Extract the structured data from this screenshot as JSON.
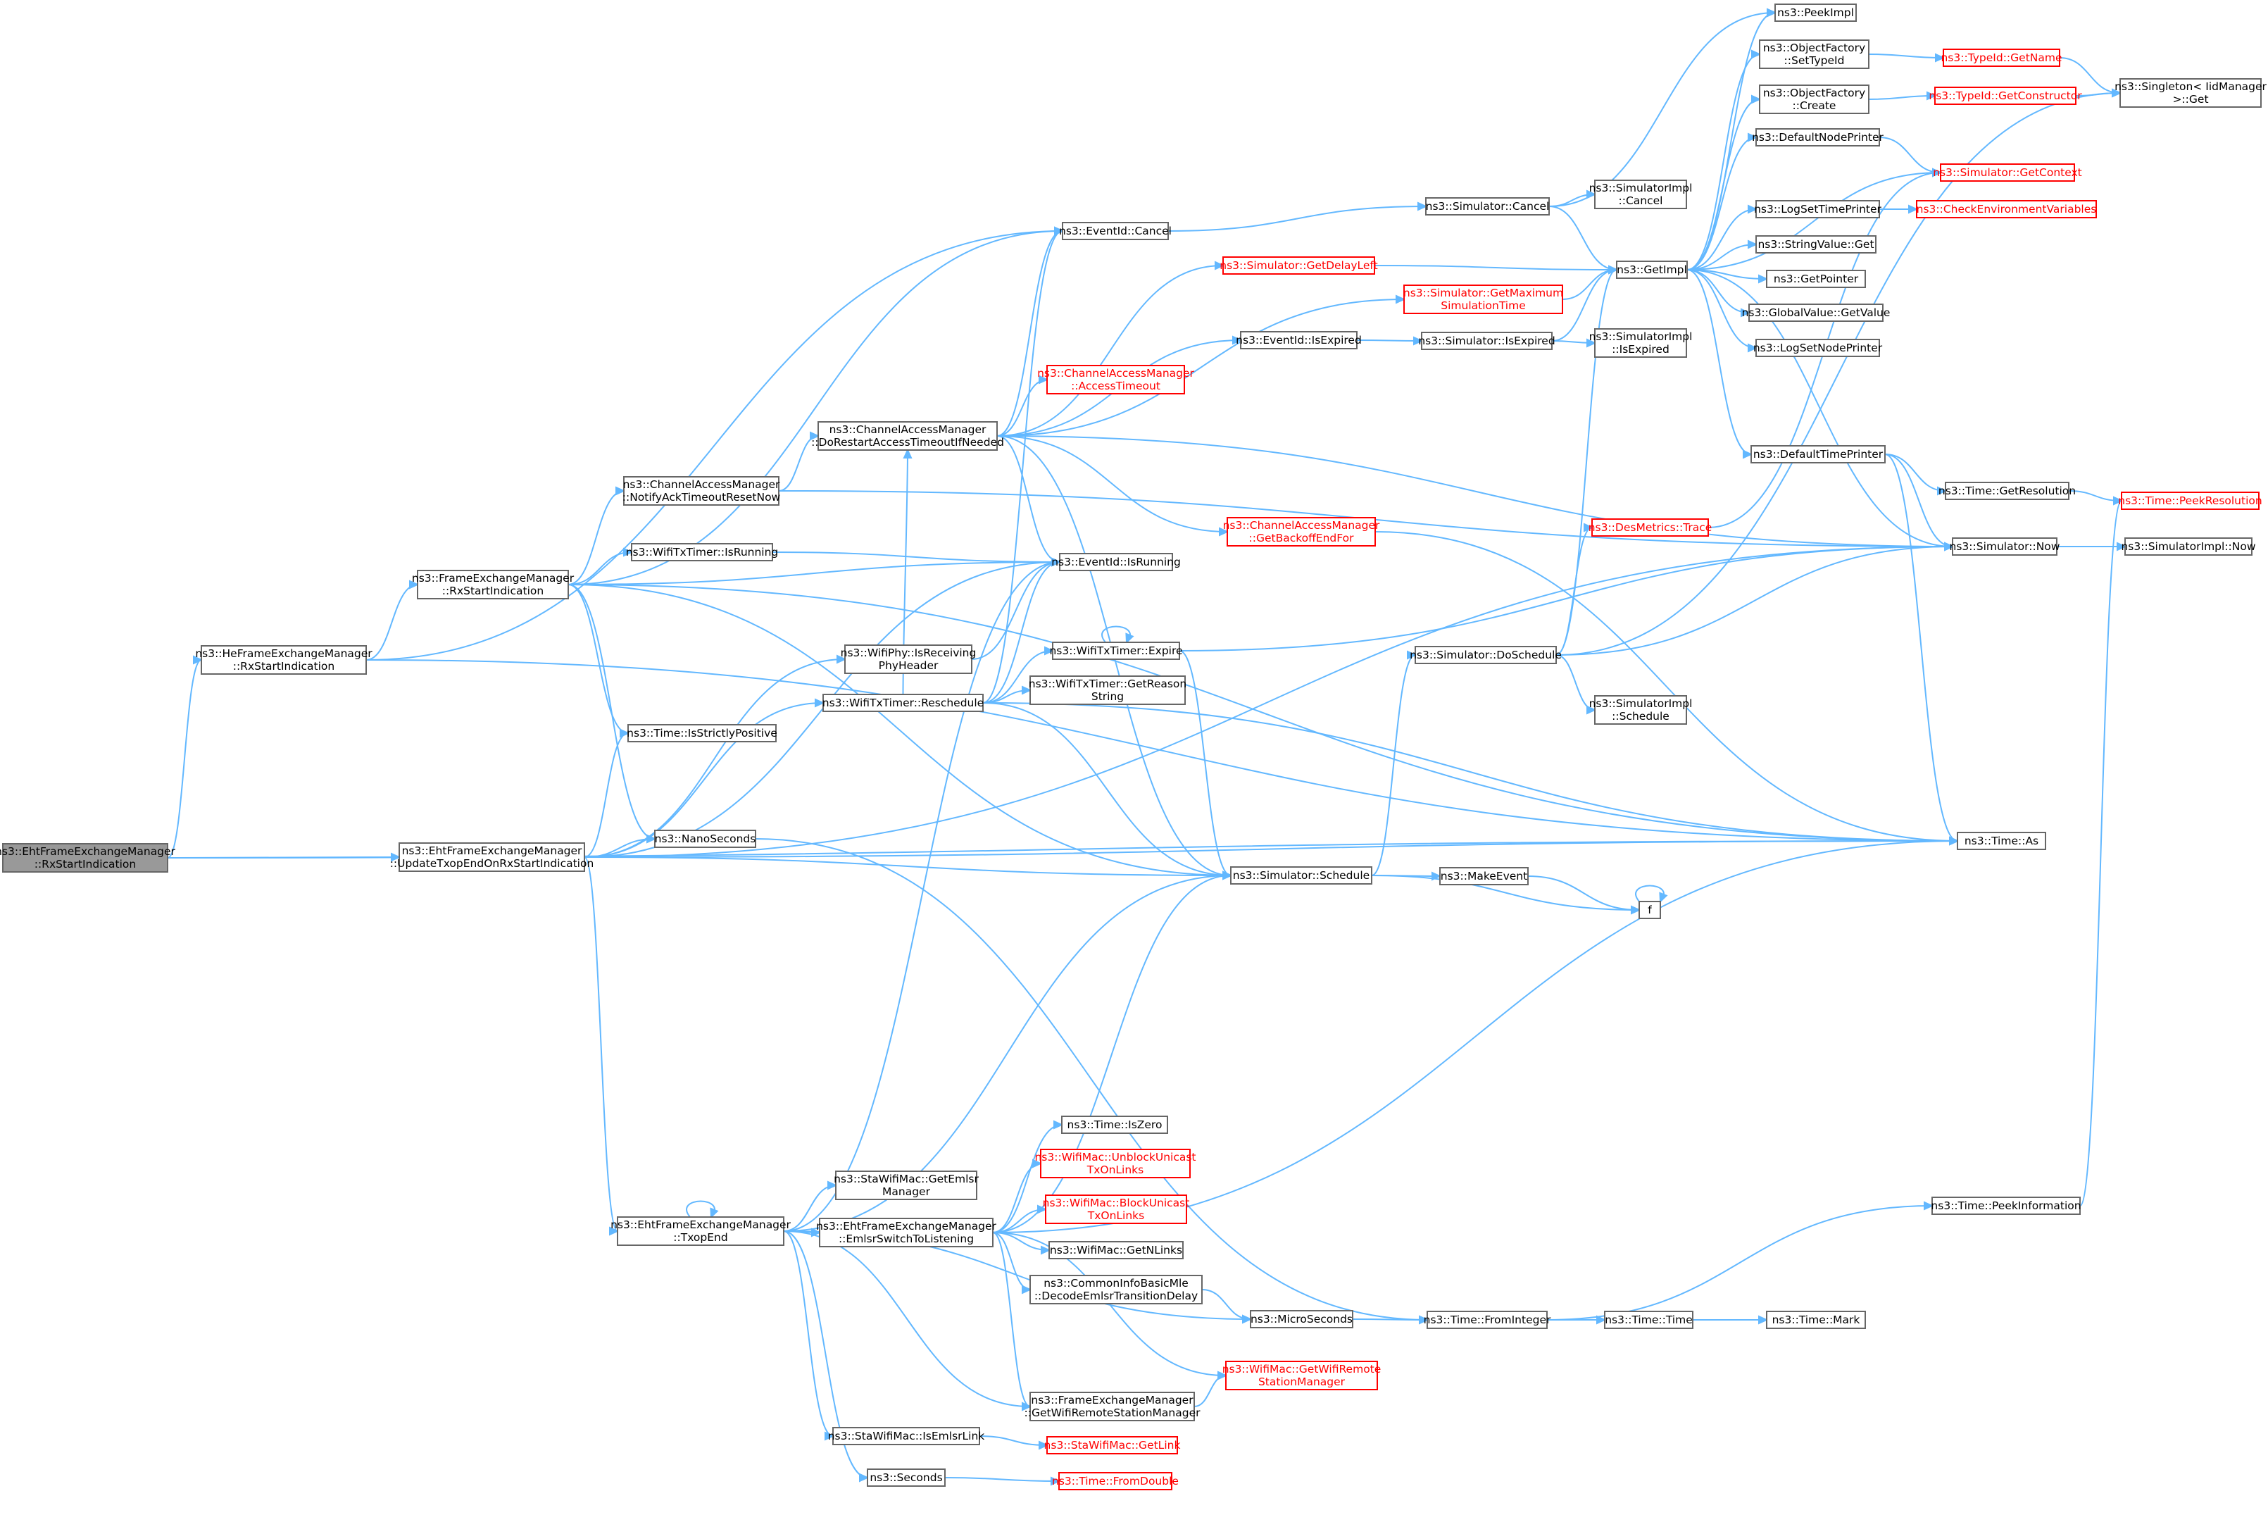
{
  "colors": {
    "edge": "#63b8ff",
    "node_border": "#666666",
    "highlight_border": "#ff0000",
    "root_fill": "#999999",
    "background": "#ffffff"
  },
  "nodes": [
    {
      "id": "root",
      "lines": [
        "ns3::EhtFrameExchangeManager",
        "::RxStartIndication"
      ],
      "style": "root"
    },
    {
      "id": "heRx",
      "lines": [
        "ns3::HeFrameExchangeManager",
        "::RxStartIndication"
      ]
    },
    {
      "id": "updTxop",
      "lines": [
        "ns3::EhtFrameExchangeManager",
        "::UpdateTxopEndOnRxStartIndication"
      ]
    },
    {
      "id": "feRx",
      "lines": [
        "ns3::FrameExchangeManager",
        "::RxStartIndication"
      ]
    },
    {
      "id": "notifyAck",
      "lines": [
        "ns3::ChannelAccessManager",
        "::NotifyAckTimeoutResetNow"
      ]
    },
    {
      "id": "wtIsRunning",
      "lines": [
        "ns3::WifiTxTimer::IsRunning"
      ]
    },
    {
      "id": "strictPos",
      "lines": [
        "ns3::Time::IsStrictlyPositive"
      ]
    },
    {
      "id": "nano",
      "lines": [
        "ns3::NanoSeconds"
      ]
    },
    {
      "id": "txopEnd",
      "lines": [
        "ns3::EhtFrameExchangeManager",
        "::TxopEnd"
      ]
    },
    {
      "id": "doRestart",
      "lines": [
        "ns3::ChannelAccessManager",
        "::DoRestartAccessTimeoutIfNeeded"
      ]
    },
    {
      "id": "phyRecv",
      "lines": [
        "ns3::WifiPhy::IsReceiving",
        "PhyHeader"
      ]
    },
    {
      "id": "wtResched",
      "lines": [
        "ns3::WifiTxTimer::Reschedule"
      ]
    },
    {
      "id": "getEmlsrMgr",
      "lines": [
        "ns3::StaWifiMac::GetEmlsr",
        "Manager"
      ]
    },
    {
      "id": "emlsrSwitch",
      "lines": [
        "ns3::EhtFrameExchangeManager",
        "::EmlsrSwitchToListening"
      ]
    },
    {
      "id": "isEmlsrLink",
      "lines": [
        "ns3::StaWifiMac::IsEmlsrLink"
      ]
    },
    {
      "id": "seconds",
      "lines": [
        "ns3::Seconds"
      ]
    },
    {
      "id": "eidCancel",
      "lines": [
        "ns3::EventId::Cancel"
      ]
    },
    {
      "id": "eidIsRunning",
      "lines": [
        "ns3::EventId::IsRunning"
      ]
    },
    {
      "id": "eidIsExpired",
      "lines": [
        "ns3::EventId::IsExpired"
      ]
    },
    {
      "id": "getDelayLeft",
      "lines": [
        "ns3::Simulator::GetDelayLeft"
      ],
      "style": "red"
    },
    {
      "id": "getMaxSim",
      "lines": [
        "ns3::Simulator::GetMaximum",
        "SimulationTime"
      ],
      "style": "red"
    },
    {
      "id": "accessTimeout",
      "lines": [
        "ns3::ChannelAccessManager",
        "::AccessTimeout"
      ],
      "style": "red"
    },
    {
      "id": "getBackoff",
      "lines": [
        "ns3::ChannelAccessManager",
        "::GetBackoffEndFor"
      ],
      "style": "red"
    },
    {
      "id": "wtExpire",
      "lines": [
        "ns3::WifiTxTimer::Expire"
      ]
    },
    {
      "id": "wtReason",
      "lines": [
        "ns3::WifiTxTimer::GetReason",
        "String"
      ]
    },
    {
      "id": "simSchedule",
      "lines": [
        "ns3::Simulator::Schedule"
      ]
    },
    {
      "id": "isZero",
      "lines": [
        "ns3::Time::IsZero"
      ]
    },
    {
      "id": "unblock",
      "lines": [
        "ns3::WifiMac::UnblockUnicast",
        "TxOnLinks"
      ],
      "style": "red"
    },
    {
      "id": "block",
      "lines": [
        "ns3::WifiMac::BlockUnicast",
        "TxOnLinks"
      ],
      "style": "red"
    },
    {
      "id": "getNLinks",
      "lines": [
        "ns3::WifiMac::GetNLinks"
      ]
    },
    {
      "id": "decodeEmlsr",
      "lines": [
        "ns3::CommonInfoBasicMle",
        "::DecodeEmlsrTransitionDelay"
      ]
    },
    {
      "id": "feGetRsm",
      "lines": [
        "ns3::FrameExchangeManager",
        "::GetWifiRemoteStationManager"
      ]
    },
    {
      "id": "staGetLink",
      "lines": [
        "ns3::StaWifiMac::GetLink"
      ],
      "style": "red"
    },
    {
      "id": "fromDouble",
      "lines": [
        "ns3::Time::FromDouble"
      ],
      "style": "red"
    },
    {
      "id": "micro",
      "lines": [
        "ns3::MicroSeconds"
      ]
    },
    {
      "id": "wmGetRsm",
      "lines": [
        "ns3::WifiMac::GetWifiRemote",
        "StationManager"
      ],
      "style": "red"
    },
    {
      "id": "simCancel",
      "lines": [
        "ns3::Simulator::Cancel"
      ]
    },
    {
      "id": "simIsExpired",
      "lines": [
        "ns3::Simulator::IsExpired"
      ]
    },
    {
      "id": "simDoSchedule",
      "lines": [
        "ns3::Simulator::DoSchedule"
      ]
    },
    {
      "id": "makeEvent",
      "lines": [
        "ns3::MakeEvent"
      ]
    },
    {
      "id": "fFunc",
      "lines": [
        "f"
      ]
    },
    {
      "id": "fromInteger",
      "lines": [
        "ns3::Time::FromInteger"
      ]
    },
    {
      "id": "simImplCancel",
      "lines": [
        "ns3::SimulatorImpl",
        "::Cancel"
      ]
    },
    {
      "id": "getImpl",
      "lines": [
        "ns3::GetImpl"
      ]
    },
    {
      "id": "simImplIsExpired",
      "lines": [
        "ns3::SimulatorImpl",
        "::IsExpired"
      ]
    },
    {
      "id": "desTrace",
      "lines": [
        "ns3::DesMetrics::Trace"
      ],
      "style": "red"
    },
    {
      "id": "simImplSchedule",
      "lines": [
        "ns3::SimulatorImpl",
        "::Schedule"
      ]
    },
    {
      "id": "timeTime",
      "lines": [
        "ns3::Time::Time"
      ]
    },
    {
      "id": "peekImpl",
      "lines": [
        "ns3::PeekImpl"
      ]
    },
    {
      "id": "ofSetTypeId",
      "lines": [
        "ns3::ObjectFactory",
        "::SetTypeId"
      ]
    },
    {
      "id": "ofCreate",
      "lines": [
        "ns3::ObjectFactory",
        "::Create"
      ]
    },
    {
      "id": "defNodePrinter",
      "lines": [
        "ns3::DefaultNodePrinter"
      ]
    },
    {
      "id": "logSetTime",
      "lines": [
        "ns3::LogSetTimePrinter"
      ]
    },
    {
      "id": "strValGet",
      "lines": [
        "ns3::StringValue::Get"
      ]
    },
    {
      "id": "getPointer",
      "lines": [
        "ns3::GetPointer"
      ]
    },
    {
      "id": "gvGetValue",
      "lines": [
        "ns3::GlobalValue::GetValue"
      ]
    },
    {
      "id": "logSetNode",
      "lines": [
        "ns3::LogSetNodePrinter"
      ]
    },
    {
      "id": "defTimePrinter",
      "lines": [
        "ns3::DefaultTimePrinter"
      ]
    },
    {
      "id": "timeMark",
      "lines": [
        "ns3::Time::Mark"
      ]
    },
    {
      "id": "typeGetName",
      "lines": [
        "ns3::TypeId::GetName"
      ],
      "style": "red"
    },
    {
      "id": "typeGetCtor",
      "lines": [
        "ns3::TypeId::GetConstructor"
      ],
      "style": "red"
    },
    {
      "id": "simGetContext",
      "lines": [
        "ns3::Simulator::GetContext"
      ],
      "style": "red"
    },
    {
      "id": "checkEnv",
      "lines": [
        "ns3::CheckEnvironmentVariables"
      ],
      "style": "red"
    },
    {
      "id": "timeGetRes",
      "lines": [
        "ns3::Time::GetResolution"
      ]
    },
    {
      "id": "simNow",
      "lines": [
        "ns3::Simulator::Now"
      ]
    },
    {
      "id": "timeAs",
      "lines": [
        "ns3::Time::As"
      ]
    },
    {
      "id": "timePeekInfo",
      "lines": [
        "ns3::Time::PeekInformation"
      ]
    },
    {
      "id": "singletonGet",
      "lines": [
        "ns3::Singleton< IidManager",
        ">::Get"
      ]
    },
    {
      "id": "timePeekRes",
      "lines": [
        "ns3::Time::PeekResolution"
      ],
      "style": "red"
    },
    {
      "id": "simImplNow",
      "lines": [
        "ns3::SimulatorImpl::Now"
      ]
    }
  ],
  "edges": [
    [
      "root",
      "heRx"
    ],
    [
      "root",
      "updTxop"
    ],
    [
      "root",
      "timeAs"
    ],
    [
      "heRx",
      "feRx"
    ],
    [
      "heRx",
      "eidCancel"
    ],
    [
      "heRx",
      "timeAs"
    ],
    [
      "feRx",
      "notifyAck"
    ],
    [
      "feRx",
      "wtIsRunning"
    ],
    [
      "feRx",
      "strictPos"
    ],
    [
      "feRx",
      "nano"
    ],
    [
      "feRx",
      "eidCancel"
    ],
    [
      "feRx",
      "eidIsRunning"
    ],
    [
      "feRx",
      "simSchedule"
    ],
    [
      "feRx",
      "timeAs"
    ],
    [
      "updTxop",
      "strictPos"
    ],
    [
      "updTxop",
      "nano"
    ],
    [
      "updTxop",
      "txopEnd"
    ],
    [
      "updTxop",
      "phyRecv"
    ],
    [
      "updTxop",
      "wtResched"
    ],
    [
      "updTxop",
      "eidIsRunning"
    ],
    [
      "updTxop",
      "simSchedule"
    ],
    [
      "updTxop",
      "simNow"
    ],
    [
      "updTxop",
      "timeAs"
    ],
    [
      "notifyAck",
      "doRestart"
    ],
    [
      "notifyAck",
      "simNow"
    ],
    [
      "wtIsRunning",
      "eidIsRunning"
    ],
    [
      "nano",
      "fromInteger"
    ],
    [
      "doRestart",
      "eidCancel"
    ],
    [
      "doRestart",
      "eidIsRunning"
    ],
    [
      "doRestart",
      "eidIsExpired"
    ],
    [
      "doRestart",
      "getDelayLeft"
    ],
    [
      "doRestart",
      "getMaxSim"
    ],
    [
      "doRestart",
      "accessTimeout"
    ],
    [
      "doRestart",
      "getBackoff"
    ],
    [
      "doRestart",
      "simSchedule"
    ],
    [
      "doRestart",
      "simNow"
    ],
    [
      "phyRecv",
      "eidIsRunning"
    ],
    [
      "wtResched",
      "eidCancel"
    ],
    [
      "wtResched",
      "eidIsRunning"
    ],
    [
      "wtResched",
      "doRestart"
    ],
    [
      "wtResched",
      "wtExpire"
    ],
    [
      "wtResched",
      "wtReason"
    ],
    [
      "wtResched",
      "simSchedule"
    ],
    [
      "wtResched",
      "timeAs"
    ],
    [
      "txopEnd",
      "txopEnd"
    ],
    [
      "txopEnd",
      "getEmlsrMgr"
    ],
    [
      "txopEnd",
      "emlsrSwitch"
    ],
    [
      "txopEnd",
      "isEmlsrLink"
    ],
    [
      "txopEnd",
      "seconds"
    ],
    [
      "txopEnd",
      "feGetRsm"
    ],
    [
      "txopEnd",
      "micro"
    ],
    [
      "txopEnd",
      "simSchedule"
    ],
    [
      "txopEnd",
      "eidIsRunning"
    ],
    [
      "emlsrSwitch",
      "isZero"
    ],
    [
      "emlsrSwitch",
      "unblock"
    ],
    [
      "emlsrSwitch",
      "block"
    ],
    [
      "emlsrSwitch",
      "getNLinks"
    ],
    [
      "emlsrSwitch",
      "decodeEmlsr"
    ],
    [
      "emlsrSwitch",
      "feGetRsm"
    ],
    [
      "emlsrSwitch",
      "wmGetRsm"
    ],
    [
      "emlsrSwitch",
      "simSchedule"
    ],
    [
      "emlsrSwitch",
      "timeAs"
    ],
    [
      "isEmlsrLink",
      "staGetLink"
    ],
    [
      "seconds",
      "fromDouble"
    ],
    [
      "decodeEmlsr",
      "micro"
    ],
    [
      "feGetRsm",
      "wmGetRsm"
    ],
    [
      "micro",
      "fromInteger"
    ],
    [
      "eidCancel",
      "simCancel"
    ],
    [
      "eidIsExpired",
      "simIsExpired"
    ],
    [
      "getDelayLeft",
      "getImpl"
    ],
    [
      "getMaxSim",
      "getImpl"
    ],
    [
      "getBackoff",
      "timeAs"
    ],
    [
      "wtExpire",
      "wtExpire"
    ],
    [
      "wtExpire",
      "simSchedule"
    ],
    [
      "wtExpire",
      "simNow"
    ],
    [
      "simSchedule",
      "simDoSchedule"
    ],
    [
      "simSchedule",
      "makeEvent"
    ],
    [
      "simSchedule",
      "fFunc"
    ],
    [
      "makeEvent",
      "fFunc"
    ],
    [
      "fFunc",
      "fFunc"
    ],
    [
      "fromInteger",
      "timeTime"
    ],
    [
      "fromInteger",
      "timePeekInfo"
    ],
    [
      "timeTime",
      "timeMark"
    ],
    [
      "simCancel",
      "simImplCancel"
    ],
    [
      "simCancel",
      "getImpl"
    ],
    [
      "simCancel",
      "peekImpl"
    ],
    [
      "simIsExpired",
      "simImplIsExpired"
    ],
    [
      "simIsExpired",
      "getImpl"
    ],
    [
      "simDoSchedule",
      "getImpl"
    ],
    [
      "simDoSchedule",
      "desTrace"
    ],
    [
      "simDoSchedule",
      "simImplSchedule"
    ],
    [
      "simDoSchedule",
      "simNow"
    ],
    [
      "simDoSchedule",
      "singletonGet"
    ],
    [
      "desTrace",
      "simGetContext"
    ],
    [
      "getImpl",
      "peekImpl"
    ],
    [
      "getImpl",
      "ofSetTypeId"
    ],
    [
      "getImpl",
      "ofCreate"
    ],
    [
      "getImpl",
      "defNodePrinter"
    ],
    [
      "getImpl",
      "simGetContext"
    ],
    [
      "getImpl",
      "logSetTime"
    ],
    [
      "getImpl",
      "strValGet"
    ],
    [
      "getImpl",
      "getPointer"
    ],
    [
      "getImpl",
      "gvGetValue"
    ],
    [
      "getImpl",
      "logSetNode"
    ],
    [
      "getImpl",
      "defTimePrinter"
    ],
    [
      "getImpl",
      "simNow"
    ],
    [
      "ofSetTypeId",
      "typeGetName"
    ],
    [
      "ofCreate",
      "typeGetCtor"
    ],
    [
      "typeGetName",
      "singletonGet"
    ],
    [
      "typeGetCtor",
      "singletonGet"
    ],
    [
      "defNodePrinter",
      "simGetContext"
    ],
    [
      "logSetTime",
      "checkEnv"
    ],
    [
      "defTimePrinter",
      "timeGetRes"
    ],
    [
      "defTimePrinter",
      "simNow"
    ],
    [
      "defTimePrinter",
      "timeAs"
    ],
    [
      "timeGetRes",
      "timePeekRes"
    ],
    [
      "simNow",
      "simImplNow"
    ],
    [
      "timePeekInfo",
      "timePeekRes"
    ]
  ]
}
